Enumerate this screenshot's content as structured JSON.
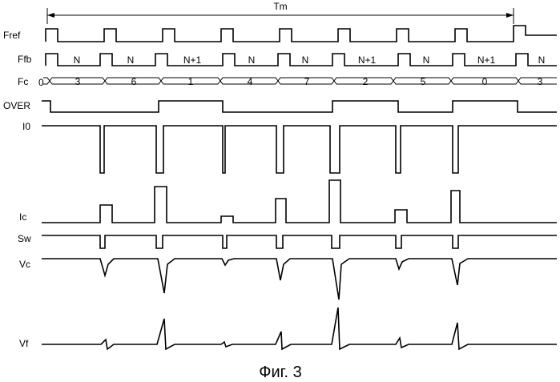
{
  "tm_label": "Tm",
  "caption": "Фиг. 3",
  "signals": {
    "fref": "Fref",
    "ffb": "Ffb",
    "fc": "Fc",
    "over": "OVER",
    "i0": "I0",
    "ic": "Ic",
    "sw": "Sw",
    "vc": "Vc",
    "vf": "Vf"
  },
  "ffb_segments": [
    "N",
    "N",
    "N+1",
    "N",
    "N",
    "N+1",
    "N",
    "N+1",
    "N"
  ],
  "fc_initial": "0",
  "fc_values": [
    "3",
    "6",
    "1",
    "4",
    "7",
    "2",
    "5",
    "0",
    "3"
  ]
}
